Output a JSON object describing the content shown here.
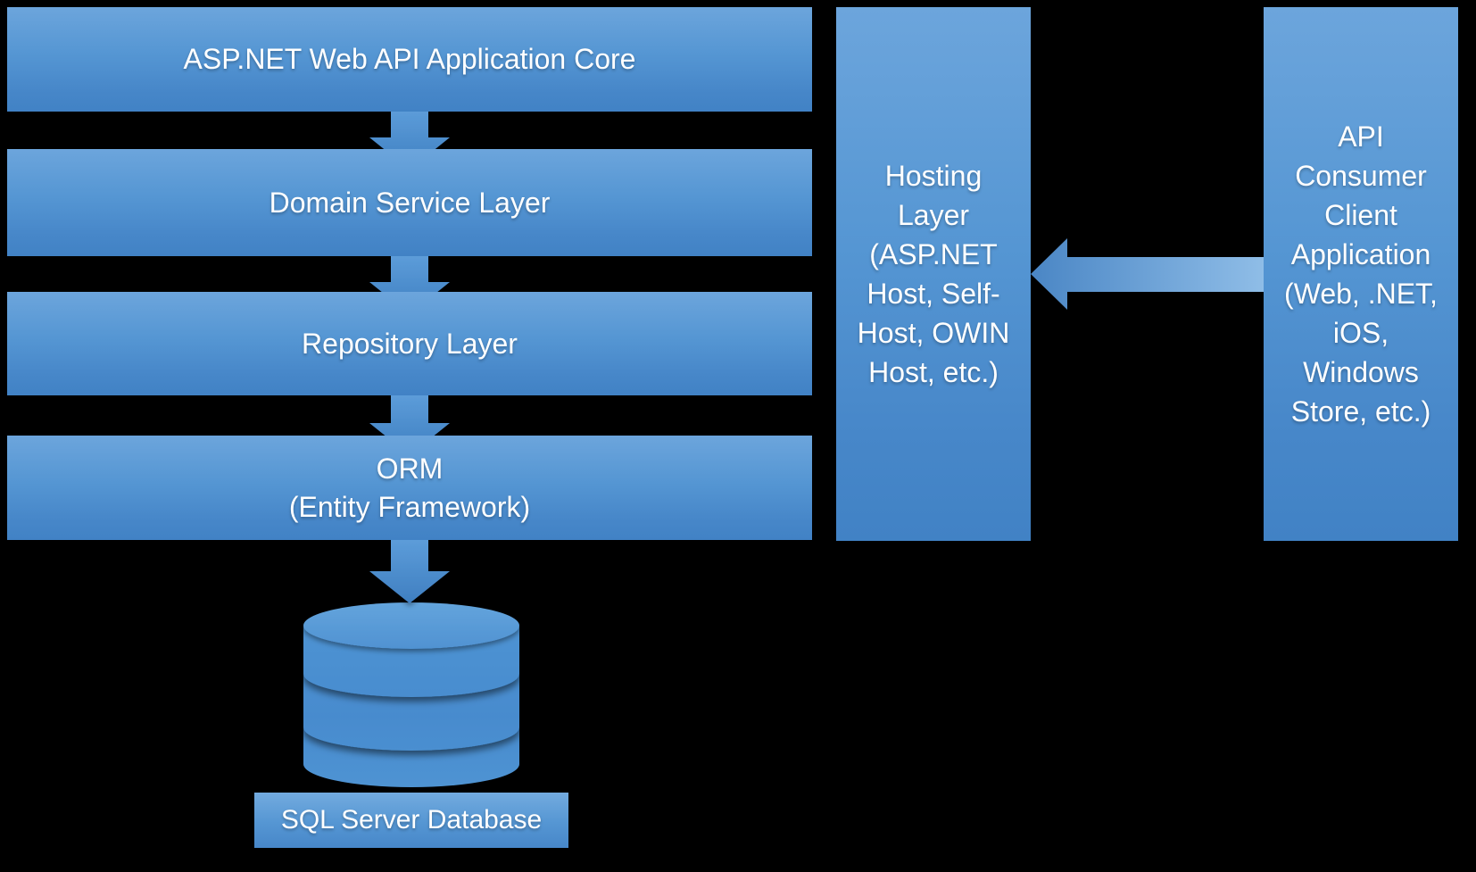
{
  "colors": {
    "background": "#000000",
    "box_gradient_top": "#6CA5DC",
    "box_gradient_bottom": "#4182C5",
    "arrow_fill_dark": "#4A86C5",
    "arrow_fill_light": "#8FBDE7",
    "text": "#FFFFFF"
  },
  "left_stack": {
    "boxes": [
      {
        "lines": [
          "ASP.NET Web API Application Core"
        ]
      },
      {
        "lines": [
          "Domain Service Layer"
        ]
      },
      {
        "lines": [
          "Repository Layer"
        ]
      },
      {
        "lines": [
          "ORM",
          "(Entity Framework)"
        ]
      }
    ]
  },
  "database": {
    "icon": "database-cylinder-icon",
    "label_lines": [
      "SQL Server Database"
    ]
  },
  "hosting_layer": {
    "lines": [
      "Hosting",
      "Layer",
      "(ASP.NET",
      "Host, Self-",
      "Host, OWIN",
      "Host, etc.)"
    ]
  },
  "api_consumer": {
    "lines": [
      "API",
      "Consumer",
      "Client",
      "Application",
      "(Web, .NET,",
      "iOS,",
      "Windows",
      "Store, etc.)"
    ]
  }
}
